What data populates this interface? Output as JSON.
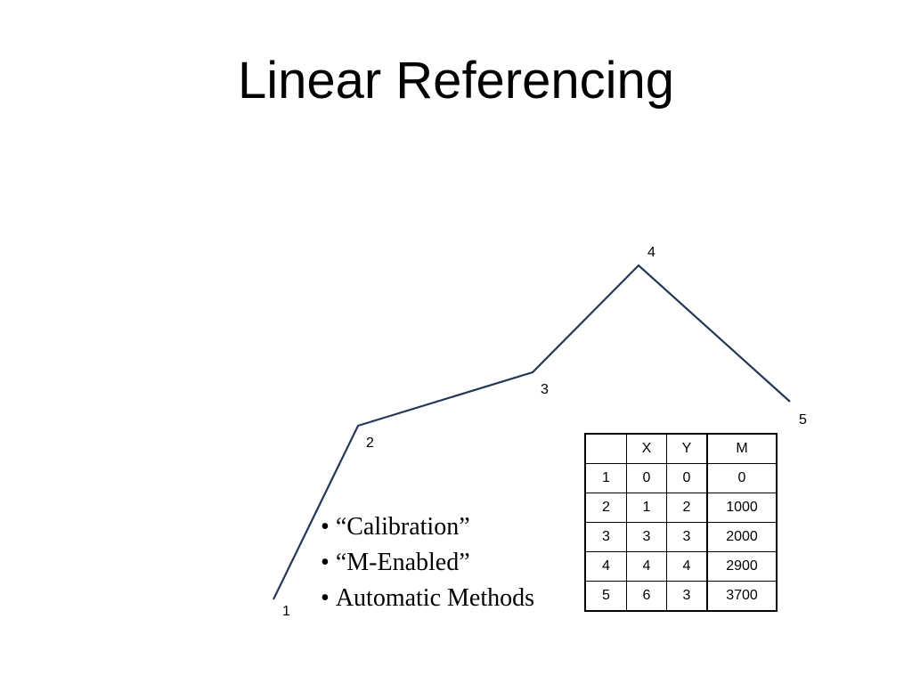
{
  "title": "Linear Referencing",
  "diagram": {
    "line_color": "#253858",
    "vertices": [
      {
        "label": "1"
      },
      {
        "label": "2"
      },
      {
        "label": "3"
      },
      {
        "label": "4"
      },
      {
        "label": "5"
      }
    ]
  },
  "bullets": [
    "“Calibration”",
    "“M-Enabled”",
    "Automatic Methods"
  ],
  "table": {
    "headers": [
      "",
      "X",
      "Y",
      "M"
    ],
    "rows": [
      [
        "1",
        "0",
        "0",
        "0"
      ],
      [
        "2",
        "1",
        "2",
        "1000"
      ],
      [
        "3",
        "3",
        "3",
        "2000"
      ],
      [
        "4",
        "4",
        "4",
        "2900"
      ],
      [
        "5",
        "6",
        "3",
        "3700"
      ]
    ]
  }
}
